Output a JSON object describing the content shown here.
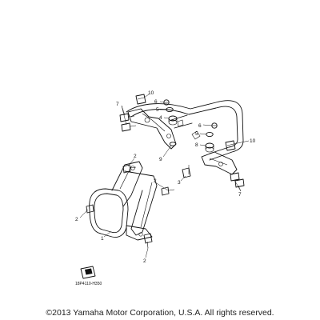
{
  "diagram": {
    "callouts": [
      {
        "id": "c1",
        "label": "1"
      },
      {
        "id": "c2a",
        "label": "2"
      },
      {
        "id": "c2b",
        "label": "2"
      },
      {
        "id": "c2c",
        "label": "2"
      },
      {
        "id": "c2d",
        "label": "2"
      },
      {
        "id": "c3",
        "label": "3"
      },
      {
        "id": "c4",
        "label": "4"
      },
      {
        "id": "c5a",
        "label": "5"
      },
      {
        "id": "c5b",
        "label": "5"
      },
      {
        "id": "c6a",
        "label": "6"
      },
      {
        "id": "c6b",
        "label": "6"
      },
      {
        "id": "c7a",
        "label": "7"
      },
      {
        "id": "c7b",
        "label": "7"
      },
      {
        "id": "c8",
        "label": "8"
      },
      {
        "id": "c9",
        "label": "9"
      },
      {
        "id": "c10a",
        "label": "10"
      },
      {
        "id": "c10b",
        "label": "10"
      }
    ],
    "ref_code": "18P4110-H350",
    "book_icon": "manual-book-icon"
  },
  "footer": {
    "copyright": "©2013 Yamaha Motor Corporation, U.S.A. All rights reserved."
  },
  "colors": {
    "line": "#111111",
    "background": "#ffffff"
  }
}
